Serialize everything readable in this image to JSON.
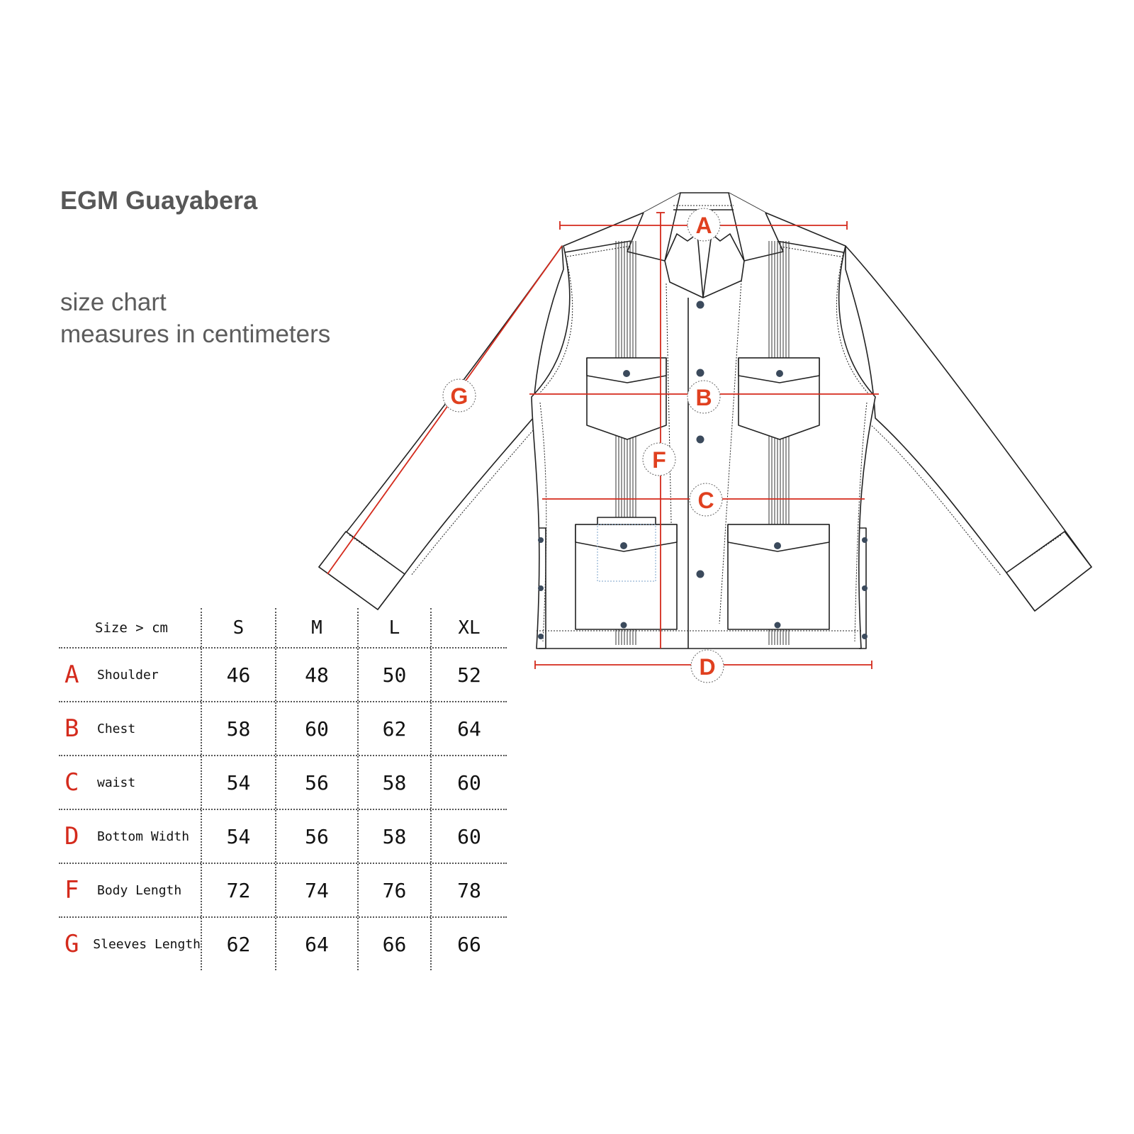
{
  "title": "EGM Guayabera",
  "subtitle": {
    "line1": "size chart",
    "line2": "measures in centimeters"
  },
  "colors": {
    "accent": "#d42a1c",
    "marker": "#e0401f",
    "text_gray": "#575757",
    "line": "#222222"
  },
  "diagram_markers": [
    "A",
    "B",
    "C",
    "D",
    "F",
    "G"
  ],
  "table": {
    "header_label": "Size > cm",
    "sizes": [
      "S",
      "M",
      "L",
      "XL"
    ],
    "rows": [
      {
        "letter": "A",
        "name": "Shoulder",
        "values": [
          "46",
          "48",
          "50",
          "52"
        ]
      },
      {
        "letter": "B",
        "name": "Chest",
        "values": [
          "58",
          "60",
          "62",
          "64"
        ]
      },
      {
        "letter": "C",
        "name": "waist",
        "values": [
          "54",
          "56",
          "58",
          "60"
        ]
      },
      {
        "letter": "D",
        "name": "Bottom Width",
        "values": [
          "54",
          "56",
          "58",
          "60"
        ]
      },
      {
        "letter": "F",
        "name": "Body Length",
        "values": [
          "72",
          "74",
          "76",
          "78"
        ]
      },
      {
        "letter": "G",
        "name": "Sleeves Length",
        "values": [
          "62",
          "64",
          "66",
          "66"
        ]
      }
    ]
  }
}
